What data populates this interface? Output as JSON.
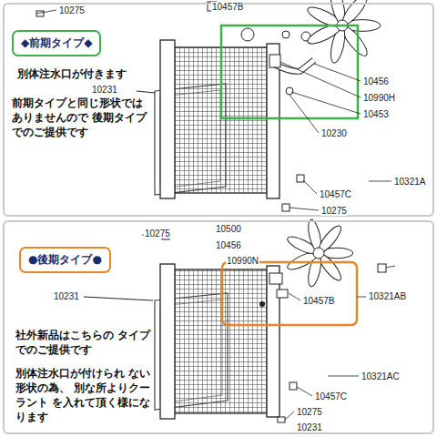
{
  "diagram": {
    "nodes": [
      {
        "text": [
          "別体注水口が付きます",
          "前期タイプと同じ形状では ありませんので 後期タイプでのご提供です"
        ]
      },
      {
        "text": [
          "◆前期タイプ◆"
        ],
        "in": 0
      },
      {
        "text": [
          "社外新品はこちらの タイプでのご提供です",
          "別体注水口が付けられ ない形状の為、 別な所よりクーラント を入れて頂く様になります"
        ]
      },
      {
        "text": [
          "●後期タイプ●"
        ],
        "in": 2
      }
    ],
    "labels": [
      "10457B",
      "10275",
      "10231",
      "10456",
      "10990H",
      "10453",
      "10230",
      "10321A",
      "10457C",
      "10275",
      "10275",
      "10500",
      "10456",
      "10990N",
      "10231",
      "10457B",
      "10321AB",
      "10321AC",
      "10457C",
      "10275",
      "10231"
    ]
  }
}
